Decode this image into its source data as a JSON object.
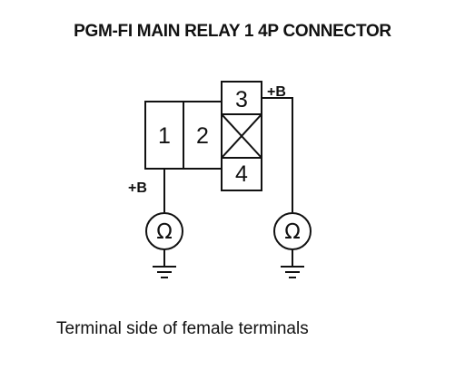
{
  "header": {
    "title": "PGM-FI MAIN RELAY 1 4P CONNECTOR"
  },
  "connector": {
    "terminals": [
      {
        "number": "1"
      },
      {
        "number": "2"
      },
      {
        "number": "3"
      },
      {
        "number": "4"
      }
    ],
    "unused_cavity_icon": "x-cross-icon"
  },
  "meters": [
    {
      "label": "+B",
      "symbol": "Ω",
      "icon": "ohmmeter-icon",
      "ground_icon": "ground-icon"
    },
    {
      "label": "+B",
      "symbol": "Ω",
      "icon": "ohmmeter-icon",
      "ground_icon": "ground-icon"
    }
  ],
  "footer": {
    "caption": "Terminal side of female terminals"
  }
}
